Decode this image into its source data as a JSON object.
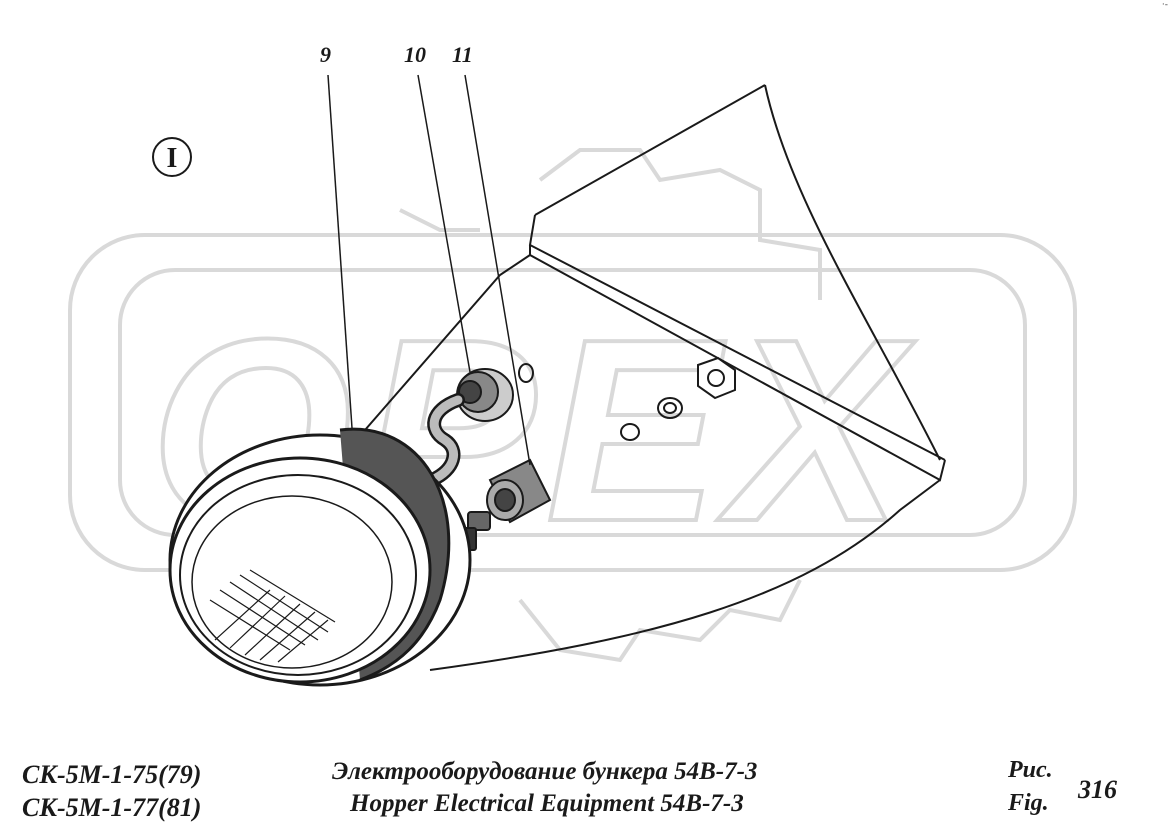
{
  "view_marker": "I",
  "callouts": [
    "9",
    "10",
    "11"
  ],
  "watermark": "OPEX",
  "footer": {
    "models": [
      "СК-5М-1-75(79)",
      "СК-5М-1-77(81)"
    ],
    "title_ru": "Электрооборудование бункера 54В-7-3",
    "title_en": "Hopper Electrical Equipment 54В-7-3",
    "fig_ru": "Рис.",
    "fig_en": "Fig.",
    "fig_number": "316"
  },
  "colors": {
    "line": "#1a1a1a",
    "watermark": "#d9d9d9"
  }
}
